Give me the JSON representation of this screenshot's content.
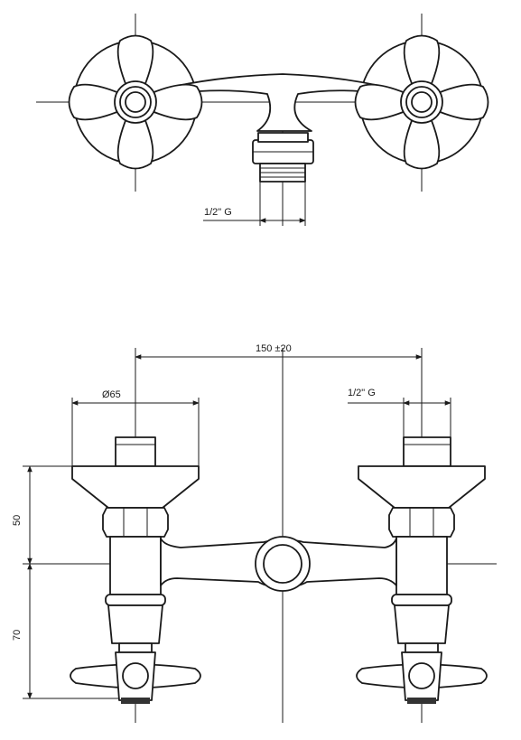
{
  "top_view": {
    "thread_label": "1/2\" G"
  },
  "front_view": {
    "center_distance_label": "150 ±20",
    "diameter_label": "Ø65",
    "thread_label": "1/2\" G",
    "height_upper_label": "50",
    "height_lower_label": "70"
  }
}
